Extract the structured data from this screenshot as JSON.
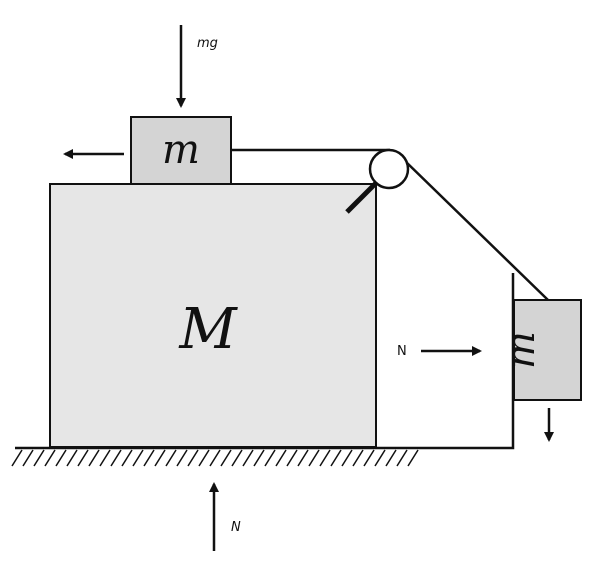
{
  "labels": {
    "big_block": "M",
    "top_block": "m",
    "hanging_block": "m",
    "gravity_force": "mg",
    "normal_force_bottom": "N",
    "normal_force_side": "N"
  },
  "colors": {
    "big_block_fill": "#e6e6e6",
    "small_block_fill": "#d4d4d4",
    "stroke": "#111111"
  },
  "icons": {
    "pulley": "pulley-icon",
    "ground": "hatched-ground-icon"
  }
}
